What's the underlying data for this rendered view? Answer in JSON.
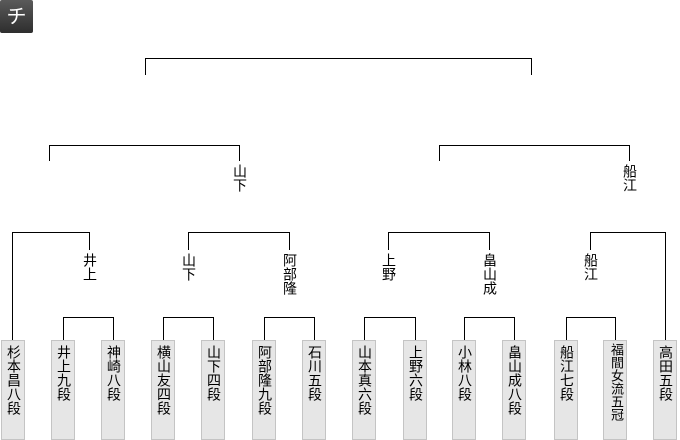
{
  "badge": "チ",
  "players": [
    "杉本昌八段",
    "井上九段",
    "神崎八段",
    "横山友四段",
    "山下四段",
    "阿部隆九段",
    "石川五段",
    "山本真六段",
    "上野六段",
    "小林八段",
    "畠山成八段",
    "船江七段",
    "福間女流五冠",
    "高田五段"
  ],
  "round1_winners": [
    "井上",
    "山下",
    "阿部隆",
    "上野",
    "畠山成",
    "船江"
  ],
  "round2_winners": [
    "山下",
    "船江"
  ]
}
